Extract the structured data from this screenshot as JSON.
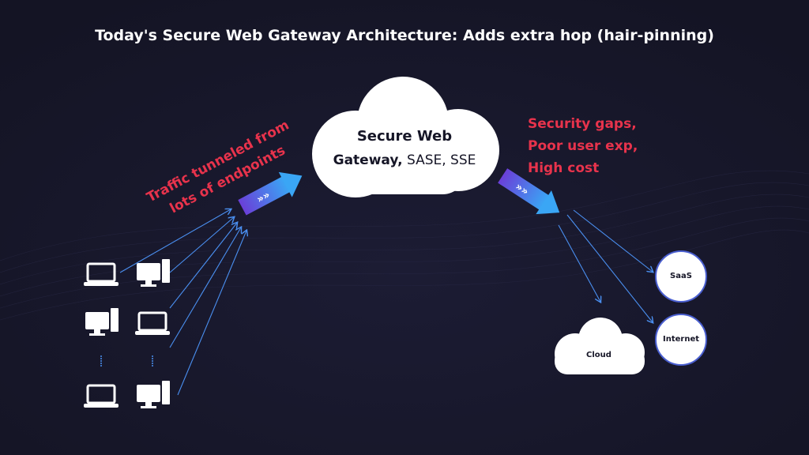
{
  "title": "Today's Secure Web Gateway Architecture: Adds extra hop (hair-pinning)",
  "gateway": {
    "line1": "Secure Web",
    "line2_bold": "Gateway,",
    "line2_rest": " SASE, SSE"
  },
  "left_note": [
    "Traffic tunneled from",
    "lots of endpoints"
  ],
  "right_note": [
    "Security gaps,",
    "Poor user exp,",
    "High cost"
  ],
  "destinations": {
    "saas": "SaaS",
    "internet": "Internet",
    "cloud": "Cloud"
  },
  "endpoints": {
    "columns": [
      [
        "laptop-icon",
        "desktop-icon",
        "ellipsis",
        "laptop-icon"
      ],
      [
        "desktop-icon",
        "laptop-icon",
        "ellipsis",
        "desktop-icon"
      ]
    ]
  },
  "colors": {
    "background": "#161627",
    "accent_red": "#e8334c",
    "arrow_blue": "#4a8ff0",
    "arrow_purple": "#6a3fd8",
    "white": "#ffffff"
  }
}
